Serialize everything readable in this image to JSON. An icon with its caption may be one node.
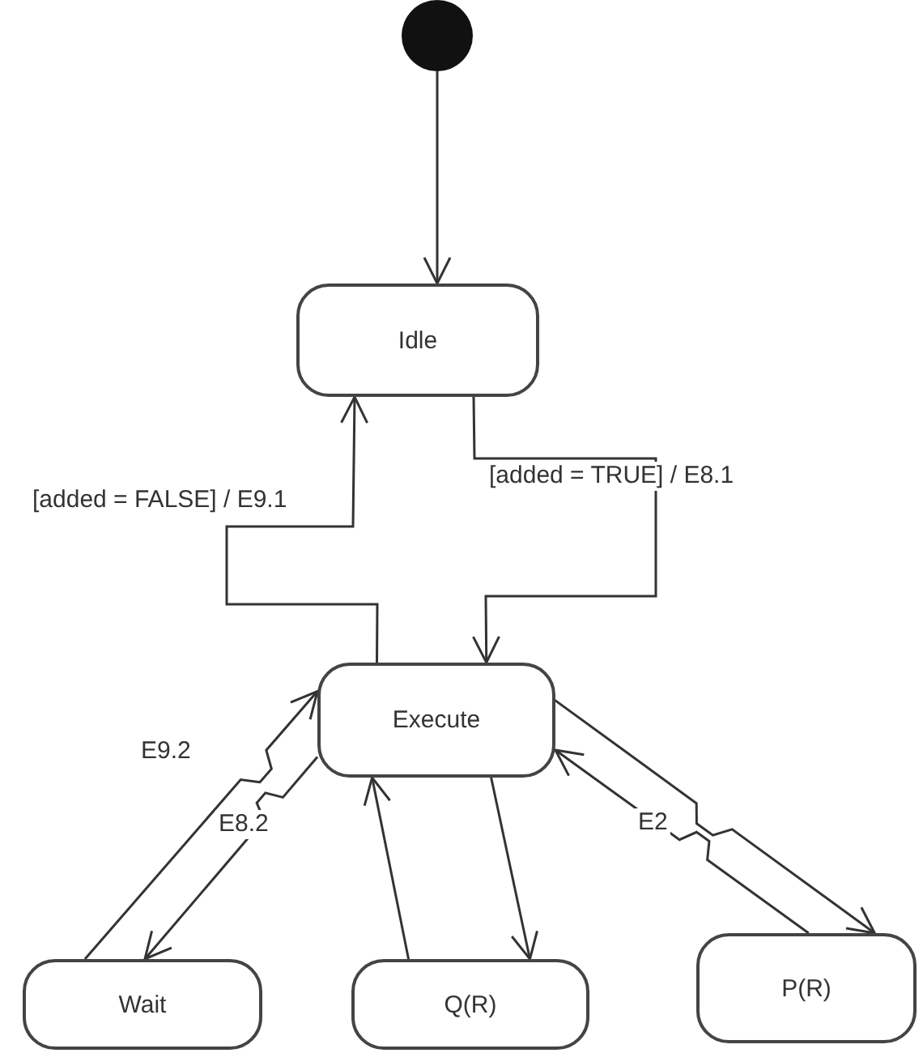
{
  "diagram": {
    "nodes": [
      {
        "text": [],
        "shape": "circle"
      },
      {
        "text": [
          "Idle"
        ]
      },
      {
        "text": [
          "Execute"
        ]
      },
      {
        "text": [
          "Wait"
        ]
      },
      {
        "text": [
          "Q(R)"
        ]
      },
      {
        "text": [
          "P(R)"
        ]
      }
    ],
    "edges": [
      {
        "from": 0,
        "to": 1,
        "arrow": "to"
      },
      {
        "from": 2,
        "to": 1,
        "label": "[added = FALSE] / E9.1",
        "arrow": "to"
      },
      {
        "from": 1,
        "to": 2,
        "label": "[added = TRUE] / E8.1",
        "arrow": "to"
      },
      {
        "from": 3,
        "to": 2,
        "label": "E9.2",
        "arrow": "to"
      },
      {
        "from": 2,
        "to": 3,
        "label": "E8.2",
        "arrow": "to"
      },
      {
        "from": 4,
        "to": 2,
        "arrow": "to"
      },
      {
        "from": 2,
        "to": 4,
        "arrow": "to"
      },
      {
        "from": 5,
        "to": 2,
        "label": "E2",
        "arrow": "to"
      },
      {
        "from": 2,
        "to": 5,
        "arrow": "to"
      }
    ]
  }
}
